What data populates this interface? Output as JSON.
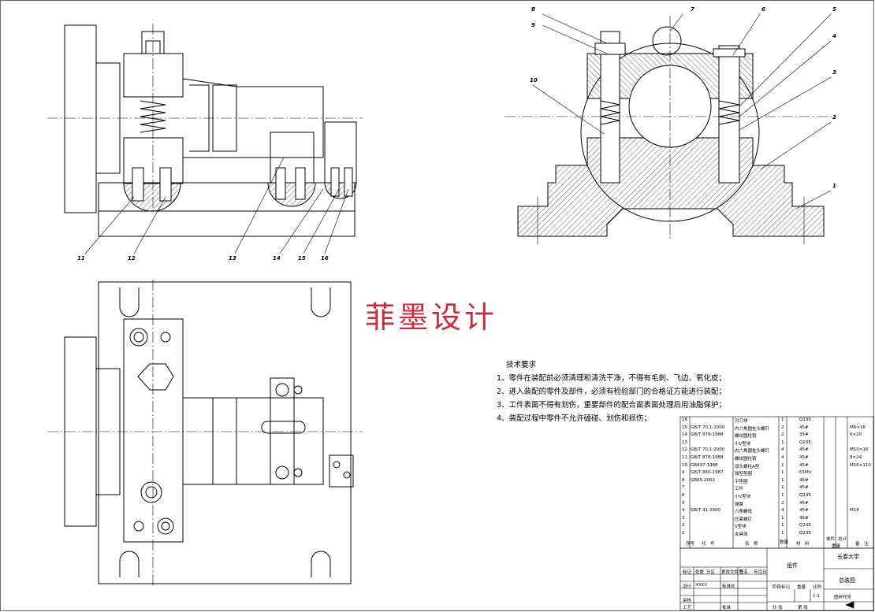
{
  "watermark": "菲墨设计",
  "technical_requirements": {
    "title": "技术要求",
    "items": [
      "1、零件在装配前必须清理和清洗干净，不得有毛刺、飞边、氧化皮；",
      "2、进入装配的零件及部件，必须有检验部门的合格证方能进行装配；",
      "3、工件表面不得有划伤，重要部件的配合面表面处理后用油脂保护；",
      "4、装配过程中零件不允许磕碰、划伤和损伤；"
    ]
  },
  "part_balloons_top_right": [
    "8",
    "9",
    "7",
    "6",
    "5",
    "4",
    "3",
    "10",
    "2",
    "1"
  ],
  "part_balloons_top_left": [
    "11",
    "12",
    "13",
    "14",
    "15",
    "16"
  ],
  "bom": {
    "rows": [
      {
        "no": "16",
        "code": "",
        "name": "对刀块",
        "qty": "1",
        "material": "Q235",
        "note": ""
      },
      {
        "no": "15",
        "code": "GB/T 70.1-2000",
        "name": "内六角圆柱头螺钉",
        "qty": "2",
        "material": "45#",
        "note": "M6×16"
      },
      {
        "no": "14",
        "code": "GB/T 878-1988",
        "name": "螺纹圆柱销",
        "qty": "2",
        "material": "35#",
        "note": "6×20"
      },
      {
        "no": "13",
        "code": "",
        "name": "小V型块",
        "qty": "1",
        "material": "Q235",
        "note": ""
      },
      {
        "no": "12",
        "code": "GB/T 70.1-2000",
        "name": "内六角圆柱头螺钉",
        "qty": "4",
        "material": "45#",
        "note": "M10×16"
      },
      {
        "no": "11",
        "code": "GB/T 878-1988",
        "name": "螺纹圆柱销",
        "qty": "4",
        "material": "45#",
        "note": "8×24"
      },
      {
        "no": "10",
        "code": "GB897-1988",
        "name": "双头螺柱A型",
        "qty": "1",
        "material": "45#",
        "note": "M16×110"
      },
      {
        "no": "9",
        "code": "GB/T 860-1987",
        "name": "球型垫圈",
        "qty": "1",
        "material": "65Mn",
        "note": ""
      },
      {
        "no": "8",
        "code": "GB65-2002",
        "name": "平垫圈",
        "qty": "1",
        "material": "45#",
        "note": ""
      },
      {
        "no": "7",
        "code": "",
        "name": "工件",
        "qty": "1",
        "material": "45#",
        "note": ""
      },
      {
        "no": "6",
        "code": "",
        "name": "小V型块",
        "qty": "1",
        "material": "Q235",
        "note": ""
      },
      {
        "no": "5",
        "code": "",
        "name": "弹簧",
        "qty": "2",
        "material": "45#",
        "note": ""
      },
      {
        "no": "4",
        "code": "GB/T 41-2000",
        "name": "六角螺母",
        "qty": "4",
        "material": "45#",
        "note": "M16"
      },
      {
        "no": "3",
        "code": "",
        "name": "压紧螺钉",
        "qty": "1",
        "material": "45#",
        "note": ""
      },
      {
        "no": "2",
        "code": "",
        "name": "V型块",
        "qty": "1",
        "material": "Q235",
        "note": ""
      },
      {
        "no": "1",
        "code": "",
        "name": "夹具体",
        "qty": "1",
        "material": "Q235",
        "note": ""
      }
    ],
    "header": {
      "no": "序号",
      "code": "代　号",
      "name": "名　称",
      "qty": "数量",
      "material": "材　料",
      "unit_weight": "单件",
      "total_weight": "总计",
      "weight": "重量",
      "note": "备　注"
    }
  },
  "title_block": {
    "drawing_name": "组件",
    "school": "长春大学",
    "drawing_type": "总装图",
    "scale": "1:1",
    "scale_label": "比例",
    "weight_label": "重量",
    "stage_label": "阶段标记",
    "sheet_count": "共 张",
    "sheet_no": "第 张",
    "standardization": "标准化",
    "designer": "设计",
    "reviewer": "审核",
    "process": "工艺",
    "approve": "批准",
    "mark": "标记",
    "count": "处数",
    "zone": "分区",
    "change_doc": "更改文件号",
    "signature": "签名",
    "date": "年月日",
    "code_label": "图样代号",
    "design_date": "XXXX"
  }
}
